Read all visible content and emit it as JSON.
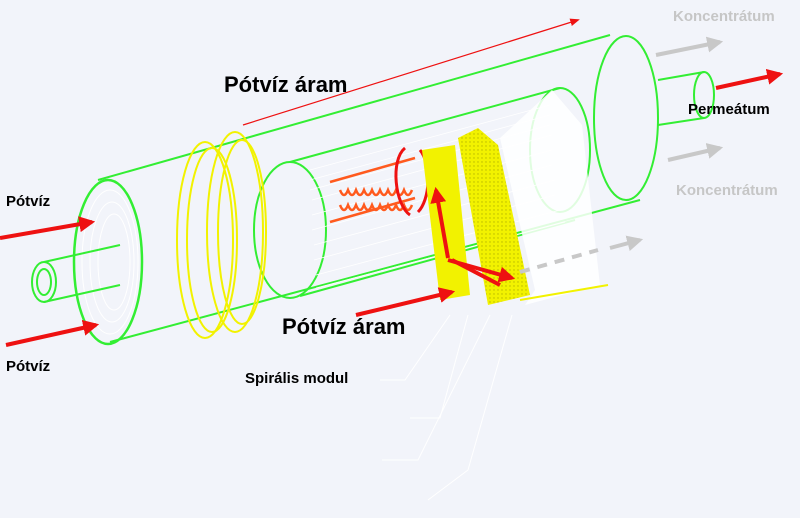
{
  "labels": {
    "feed_flow_top": "Pótvíz áram",
    "feed_flow_bottom": "Pótvíz áram",
    "feed_in_top": "Pótvíz",
    "feed_in_bottom": "Pótvíz",
    "concentrate_top": "Koncentrátum",
    "concentrate_mid": "Koncentrátum",
    "permeate": "Permeátum",
    "module": "Spirális modul"
  },
  "colors": {
    "background": "#f2f4fa",
    "housing": "#33ee33",
    "seal": "#f2f200",
    "core": "#ff5a1e",
    "arrow": "#ee1111",
    "concentrate_arrow": "#c8c8c8",
    "leader": "#ffffff"
  }
}
